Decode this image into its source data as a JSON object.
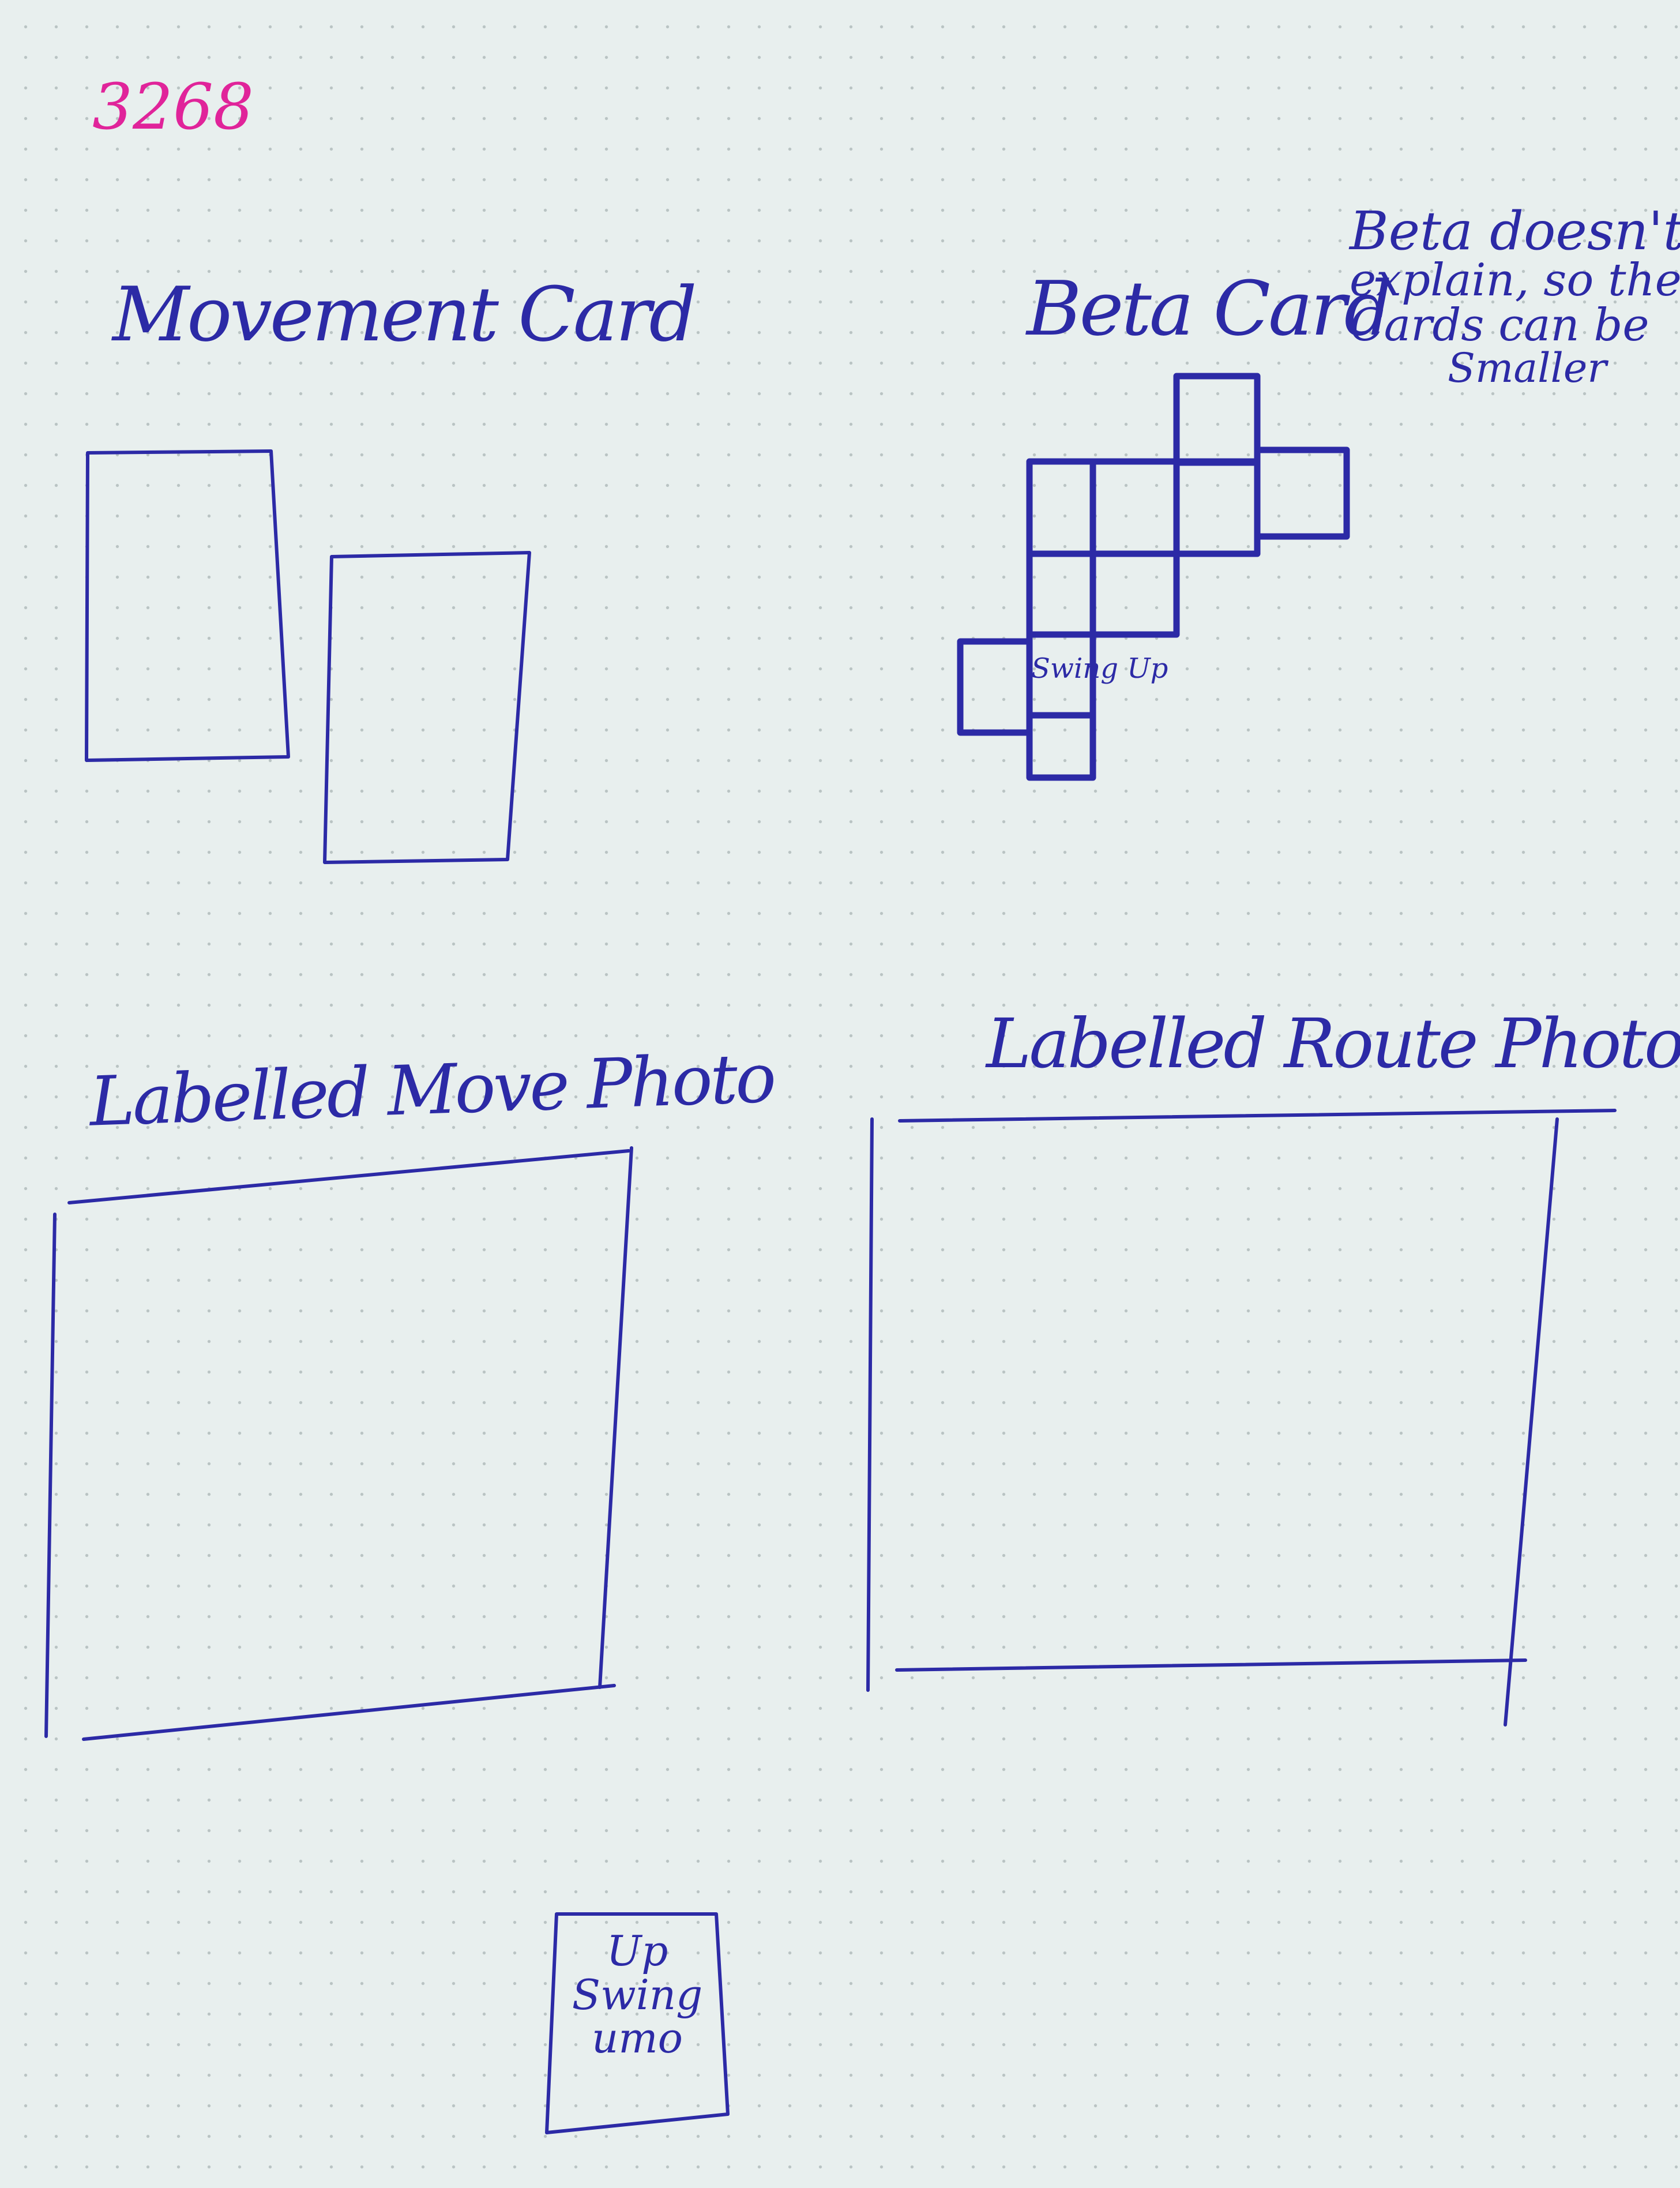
{
  "page_number": "3268",
  "colors": {
    "ink": "#2c2aa6",
    "page_number_ink": "#e0249a",
    "paper": "#e8efee"
  },
  "sections": {
    "movement_card": {
      "title": "Movement Card"
    },
    "beta_card": {
      "title": "Beta Card",
      "note": [
        "Beta doesn't",
        "explain, so the",
        "Cards can be",
        "Smaller"
      ],
      "grid_label": "Swing Up"
    },
    "labelled_move_photo": {
      "title": "Labelled Move Photo"
    },
    "labelled_route_photo": {
      "title": "Labelled Route Photo"
    },
    "example_card": {
      "lines": [
        "Up",
        "Swing",
        "umo"
      ]
    }
  }
}
